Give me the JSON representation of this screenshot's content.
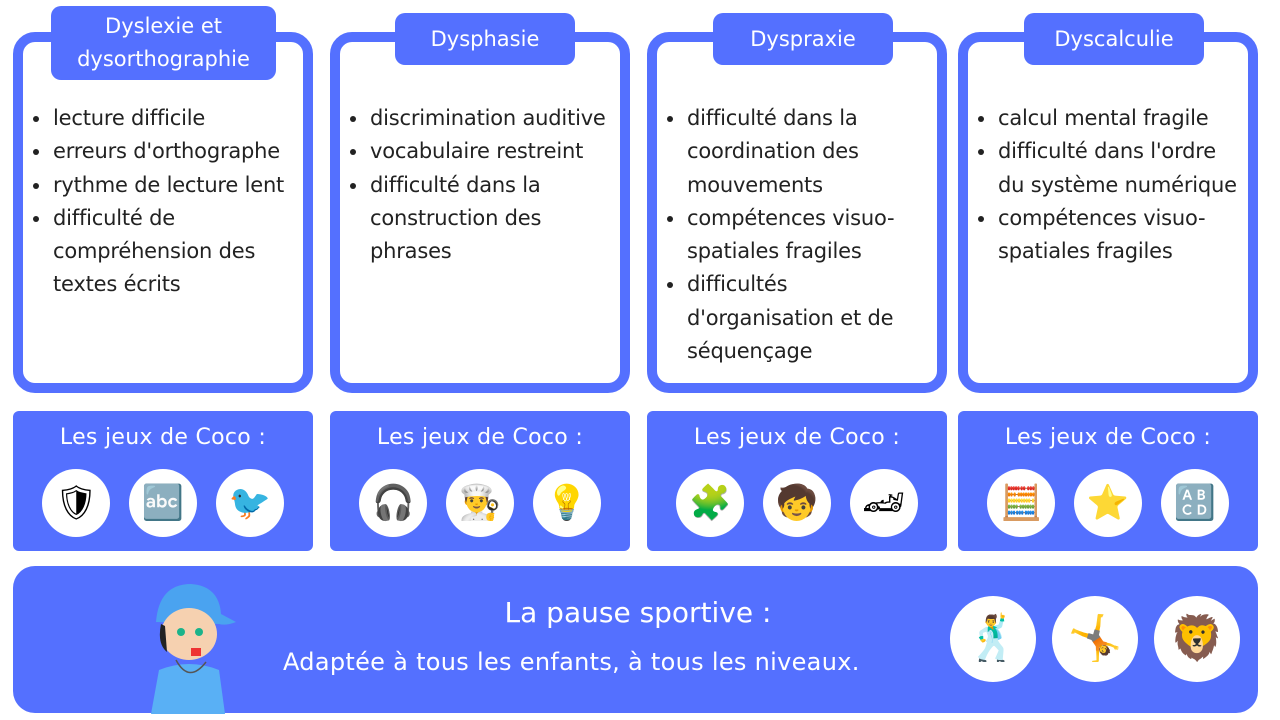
{
  "theme": {
    "accent": "#5470FF",
    "text": "#222222",
    "background": "#FFFFFF"
  },
  "cards": [
    {
      "title_line1": "Dyslexie et",
      "title_line2": "dysorthographie",
      "items": [
        "lecture difficile",
        "erreurs d'orthographe",
        "rythme de lecture lent",
        "difficulté de compréhension des textes écrits"
      ]
    },
    {
      "title_line1": "Dysphasie",
      "title_line2": "",
      "items": [
        "discrimination auditive",
        "vocabulaire restreint",
        "difficulté dans la construction des phrases"
      ]
    },
    {
      "title_line1": "Dyspraxie",
      "title_line2": "",
      "items": [
        "difficulté dans la coordination des mouvements",
        "compétences visuo-spatiales fragiles",
        "difficultés d'organisation et de séquençage"
      ]
    },
    {
      "title_line1": "Dyscalculie",
      "title_line2": "",
      "items": [
        "calcul mental fragile",
        "difficulté dans l'ordre du système numérique",
        "compétences visuo-spatiales fragiles"
      ]
    }
  ],
  "games": [
    {
      "title": "Les jeux de Coco :",
      "icons": [
        {
          "name": "knight-icon",
          "glyph": "🛡"
        },
        {
          "name": "syllables-icon",
          "glyph": "🔤"
        },
        {
          "name": "crow-forest-icon",
          "glyph": "🐦"
        }
      ]
    },
    {
      "title": "Les jeux de Coco :",
      "icons": [
        {
          "name": "headphones-icon",
          "glyph": "🎧"
        },
        {
          "name": "chef-icon",
          "glyph": "👨‍🍳"
        },
        {
          "name": "brain-bulb-icon",
          "glyph": "💡"
        }
      ]
    },
    {
      "title": "Les jeux de Coco :",
      "icons": [
        {
          "name": "puzzle-icon",
          "glyph": "🧩"
        },
        {
          "name": "backpack-boy-icon",
          "glyph": "🧒"
        },
        {
          "name": "race-car-icon",
          "glyph": "🏎"
        }
      ]
    },
    {
      "title": "Les jeux de Coco :",
      "icons": [
        {
          "name": "abacus-icon",
          "glyph": "🧮"
        },
        {
          "name": "stars-icon",
          "glyph": "⭐"
        },
        {
          "name": "abc-blocks-icon",
          "glyph": "🔠"
        }
      ]
    }
  ],
  "sport": {
    "title": "La pause sportive :",
    "subtitle": "Adaptée à tous les enfants, à tous les niveaux.",
    "coach_icon": "whistle-coach-icon",
    "icons": [
      {
        "name": "dab-boy-icon",
        "glyph": "🕺"
      },
      {
        "name": "kick-boy-icon",
        "glyph": "🤸"
      },
      {
        "name": "lion-costume-icon",
        "glyph": "🦁"
      }
    ]
  }
}
